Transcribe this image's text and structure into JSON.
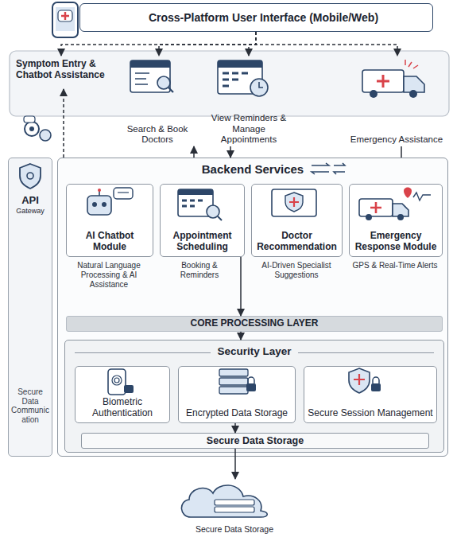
{
  "diagram": {
    "nodes": [
      {
        "text": [
          "Cross-Platform User Interface (Mobile/Web)"
        ]
      },
      {
        "text": [
          "Symptom Entry & Chatbot Assistance"
        ]
      },
      {
        "text": [
          "Search & Book Doctors"
        ]
      },
      {
        "text": [
          "View Reminders & Manage Appointments"
        ]
      },
      {
        "text": [
          "Emergency Assistance"
        ]
      },
      {
        "text": [
          "API",
          "Gateway",
          "Secure Data Communication"
        ]
      },
      {
        "text": [
          "Backend Services"
        ]
      },
      {
        "text": [
          "AI Chatbot Module"
        ],
        "in": 6
      },
      {
        "text": [
          "Appointment Scheduling"
        ],
        "in": 6
      },
      {
        "text": [
          "Doctor Recommendation"
        ],
        "in": 6
      },
      {
        "text": [
          "Emergency Response Module"
        ],
        "in": 6
      },
      {
        "text": [
          "CORE PROCESSING LAYER"
        ],
        "in": 6
      },
      {
        "text": [
          "Security Layer"
        ],
        "in": 6
      },
      {
        "text": [
          "Biometric Authentication"
        ],
        "in": 12
      },
      {
        "text": [
          "Encrypted Data Storage"
        ],
        "in": 12
      },
      {
        "text": [
          "Secure Session Management"
        ],
        "in": 12
      },
      {
        "text": [
          "Secure Data Storage"
        ],
        "in": 12
      },
      {
        "text": [
          "Secure Data Storage"
        ]
      }
    ],
    "edges": [
      {
        "from": 0,
        "to": 1,
        "arrow": "to"
      },
      {
        "from": 0,
        "to": 2,
        "arrow": "to"
      },
      {
        "from": 0,
        "to": 3,
        "arrow": "to"
      },
      {
        "from": 0,
        "to": 4,
        "arrow": "to"
      },
      {
        "from": 3,
        "to": 6,
        "arrow": "to"
      },
      {
        "from": 6,
        "to": 2,
        "arrow": "to"
      },
      {
        "from": 6,
        "to": 1,
        "arrow": "to"
      },
      {
        "from": 4,
        "to": 6,
        "arrow": "none"
      },
      {
        "from": 8,
        "to": 11,
        "arrow": "to"
      },
      {
        "from": 11,
        "to": 12,
        "arrow": "to"
      },
      {
        "from": 14,
        "to": 16,
        "arrow": "to"
      },
      {
        "from": 16,
        "to": 17,
        "arrow": "to"
      }
    ],
    "labels": [
      "Natural Language Processing & AI Assistance",
      "Booking & Reminders",
      "AI-Driven Specialist Suggestions",
      "GPS & Real-Time Alerts"
    ]
  }
}
